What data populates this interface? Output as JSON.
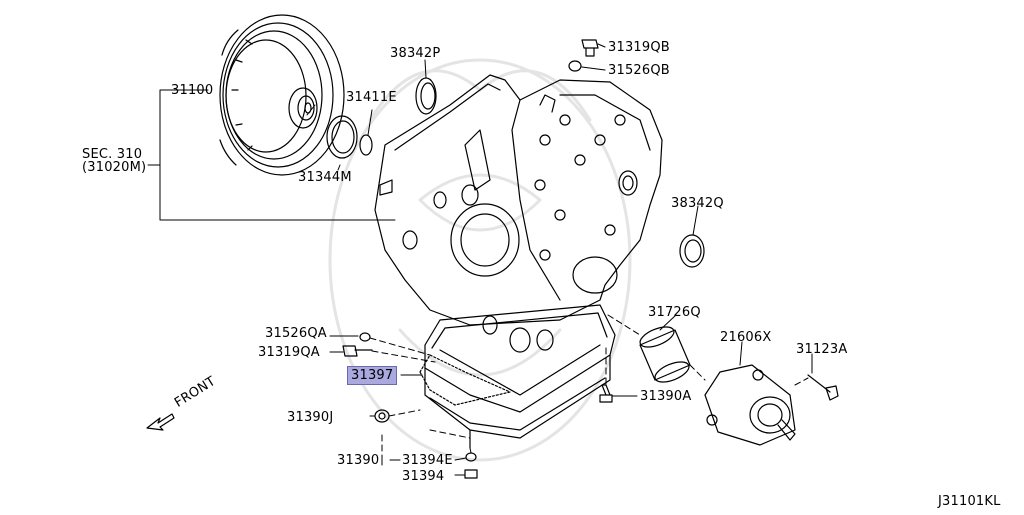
{
  "diagram": {
    "code": "J31101KL",
    "front_label": "FRONT",
    "sec_ref": {
      "line1": "SEC. 310",
      "line2": "(31020M)"
    },
    "parts": {
      "p31100": "31100",
      "p38342P": "38342P",
      "p31319QB": "31319QB",
      "p31526QB": "31526QB",
      "p31411E": "31411E",
      "p31344M": "31344M",
      "p38342Q": "38342Q",
      "p31726Q": "31726Q",
      "p21606X": "21606X",
      "p31123A": "31123A",
      "p31526QA": "31526QA",
      "p31319QA": "31319QA",
      "p31397": "31397",
      "p31390A": "31390A",
      "p31390J": "31390J",
      "p31390": "31390",
      "p31394E": "31394E",
      "p31394": "31394"
    },
    "highlight_color": "#a9a9df"
  }
}
